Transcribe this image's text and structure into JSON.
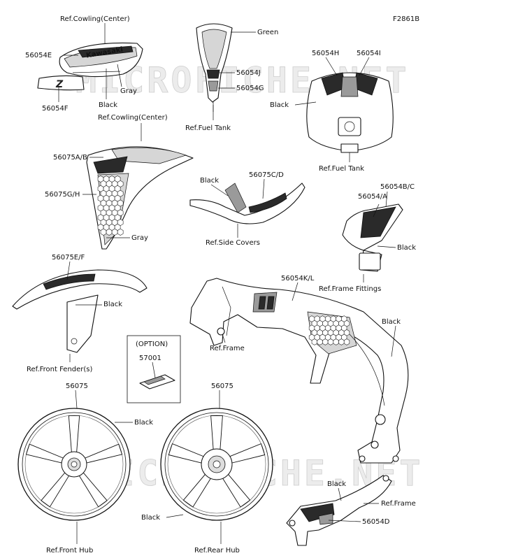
{
  "figure_code": "F2861B",
  "watermarks": [
    "MICROFICHE.NET",
    "MICROFICHE.NET"
  ],
  "labels": {
    "ref_cowling_center_top": "Ref.Cowling(Center)",
    "p56054E": "56054E",
    "gray_1": "Gray",
    "black_1": "Black",
    "p56054F": "56054F",
    "green": "Green",
    "p56054J": "56054J",
    "p56054G": "56054G",
    "ref_fuel_tank_1": "Ref.Fuel Tank",
    "p56054H": "56054H",
    "p56054I": "56054I",
    "black_tank": "Black",
    "ref_fuel_tank_2": "Ref.Fuel Tank",
    "ref_cowling_center_2": "Ref.Cowling(Center)",
    "p56075AB": "56075A/B",
    "p56075GH": "56075G/H",
    "gray_2": "Gray",
    "black_side": "Black",
    "p56075CD": "56075C/D",
    "ref_side_covers": "Ref.Side Covers",
    "p56054BC": "56054B/C",
    "p56054A": "56054/A",
    "black_fittings": "Black",
    "ref_frame_fittings": "Ref.Frame Fittings",
    "p56075EF": "56075E/F",
    "black_fender": "Black",
    "ref_front_fender": "Ref.Front Fender(s)",
    "p56054KL": "56054K/L",
    "black_frame": "Black",
    "ref_frame_1": "Ref.Frame",
    "option": "(OPTION)",
    "p57001": "57001",
    "p56075_front": "56075",
    "black_fwheel": "Black",
    "p56075_rear": "56075",
    "black_rwheel": "Black",
    "black_bracket": "Black",
    "ref_frame_2": "Ref.Frame",
    "p56054D": "56054D",
    "ref_front_hub": "Ref.Front Hub",
    "ref_rear_hub": "Ref.Rear Hub",
    "kawasaki_logo": "Kawasaki",
    "z_logo": "Z"
  }
}
